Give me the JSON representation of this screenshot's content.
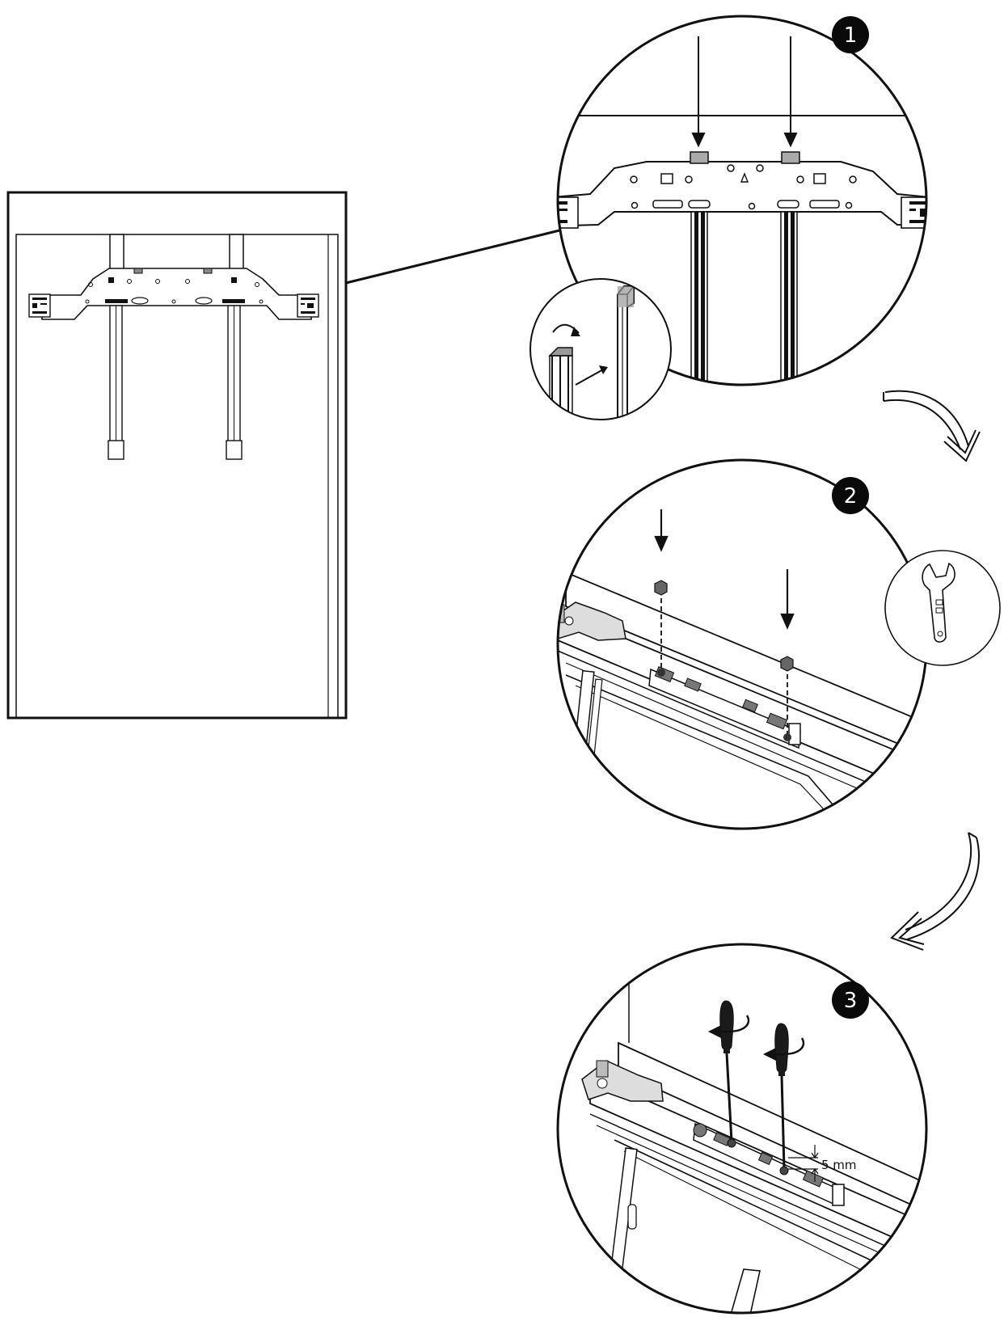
{
  "steps": [
    {
      "number": "1"
    },
    {
      "number": "2"
    },
    {
      "number": "3"
    }
  ],
  "measurement": {
    "label": "5 mm"
  },
  "colors": {
    "ink": "#111111",
    "badge": "#0a0a0a",
    "badge_text": "#ffffff",
    "paper": "#ffffff",
    "shade": "#9a9a9a",
    "light_shade": "#d8d8d8",
    "handle": "#1a1a1a"
  },
  "icons": {
    "step1_inset": "rod-rotate-icon",
    "step2_tool": "wrench-icon",
    "step3_tool": "screwdriver-icon",
    "flow_arrows": "curved-arrow-icon"
  }
}
